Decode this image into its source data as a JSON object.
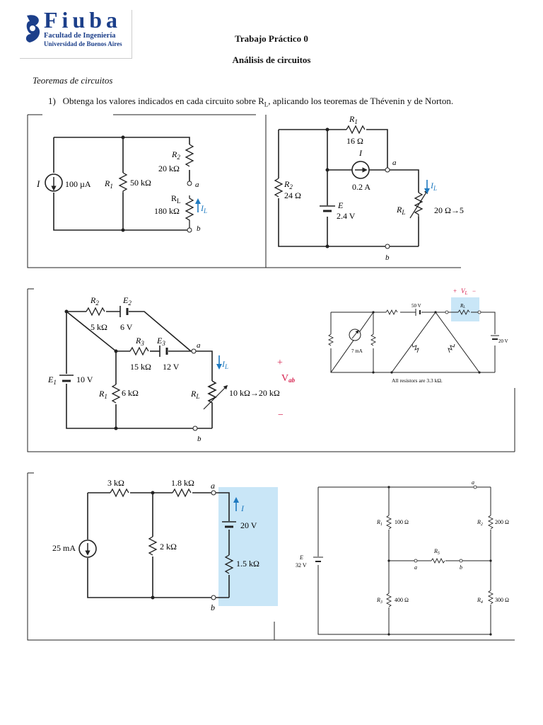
{
  "header": {
    "logo_name": "Fiuba",
    "logo_line1": "Facultad de Ingeniería",
    "logo_line2": "Universidad de Buenos Aires",
    "title1": "Trabajo Práctico 0",
    "title2": "Análisis de circuitos"
  },
  "section_title": "Teoremas de circuitos",
  "problem": {
    "number": "1)",
    "text_pre": "Obtenga los valores indicados en cada circuito sobre R",
    "text_sub": "L",
    "text_post": ", aplicando los teoremas de Thévenin y de Norton."
  },
  "circuit1": {
    "source_label": "I",
    "source_value": "100 µA",
    "r1_label": "R",
    "r1_sub": "1",
    "r1_value": "50 kΩ",
    "r2_label": "R",
    "r2_sub": "2",
    "r2_value": "20 kΩ",
    "rl_label": "R",
    "rl_sub": "L",
    "rl_value": "180 kΩ",
    "il_label": "I",
    "il_sub": "L",
    "node_a": "a",
    "node_b": "b"
  },
  "circuit2": {
    "r1_label": "R",
    "r1_sub": "1",
    "r1_value": "16 Ω",
    "r2_label": "R",
    "r2_sub": "2",
    "r2_value": "24 Ω",
    "i_label": "I",
    "i_value": "0.2 A",
    "e_label": "E",
    "e_value": "2.4 V",
    "rl_label": "R",
    "rl_sub": "L",
    "rl_value": "20 Ω→5",
    "il_label": "I",
    "il_sub": "L",
    "node_a": "a",
    "node_b": "b"
  },
  "circuit3": {
    "r2_label": "R",
    "r2_sub": "2",
    "r2_value": "5 kΩ",
    "e2_label": "E",
    "e2_sub": "2",
    "e2_value": "6 V",
    "r3_label": "R",
    "r3_sub": "3",
    "r3_value": "15 kΩ",
    "e3_label": "E",
    "e3_sub": "3",
    "e3_value": "12 V",
    "e1_label": "E",
    "e1_sub": "1",
    "e1_value": "10 V",
    "r1_label": "R",
    "r1_sub": "1",
    "r1_value": "6 kΩ",
    "rl_label": "R",
    "rl_sub": "L",
    "rl_value": "10 kΩ→20 kΩ",
    "il_label": "I",
    "il_sub": "L",
    "vab_plus": "+",
    "vab_label": "V",
    "vab_sub": "ab",
    "vab_minus": "−",
    "node_a": "a",
    "node_b": "b"
  },
  "circuit4": {
    "vl_plus": "+",
    "vl_label": "V",
    "vl_sub": "L",
    "vl_minus": "−",
    "v50": "50 V",
    "rl_label": "R",
    "rl_sub": "L",
    "source_value": "7 mA",
    "v20": "20 V",
    "note": "All resistors are 3.3 kΩ."
  },
  "circuit5": {
    "r1_value": "3 kΩ",
    "r2_value": "1.8 kΩ",
    "r3_value": "2 kΩ",
    "source_value": "25 mA",
    "v_value": "20 V",
    "r4_value": "1.5 kΩ",
    "i_label": "I",
    "node_a": "a",
    "node_b": "b"
  },
  "circuit6": {
    "r1_label": "R",
    "r1_sub": "1",
    "r1_value": "100 Ω",
    "r2_label": "R",
    "r2_sub": "2",
    "r2_value": "200 Ω",
    "r3_label": "R",
    "r3_sub": "3",
    "r3_value": "400 Ω",
    "r4_label": "R",
    "r4_sub": "4",
    "r4_value": "300 Ω",
    "r5_label": "R",
    "r5_sub": "5",
    "e_label": "E",
    "e_value": "32 V",
    "node_a": "a",
    "node_b": "b"
  },
  "colors": {
    "highlight": "#c9e6f7",
    "arrow": "#1f7ac0",
    "red": "#d6204e",
    "logo": "#1c3f8a"
  }
}
